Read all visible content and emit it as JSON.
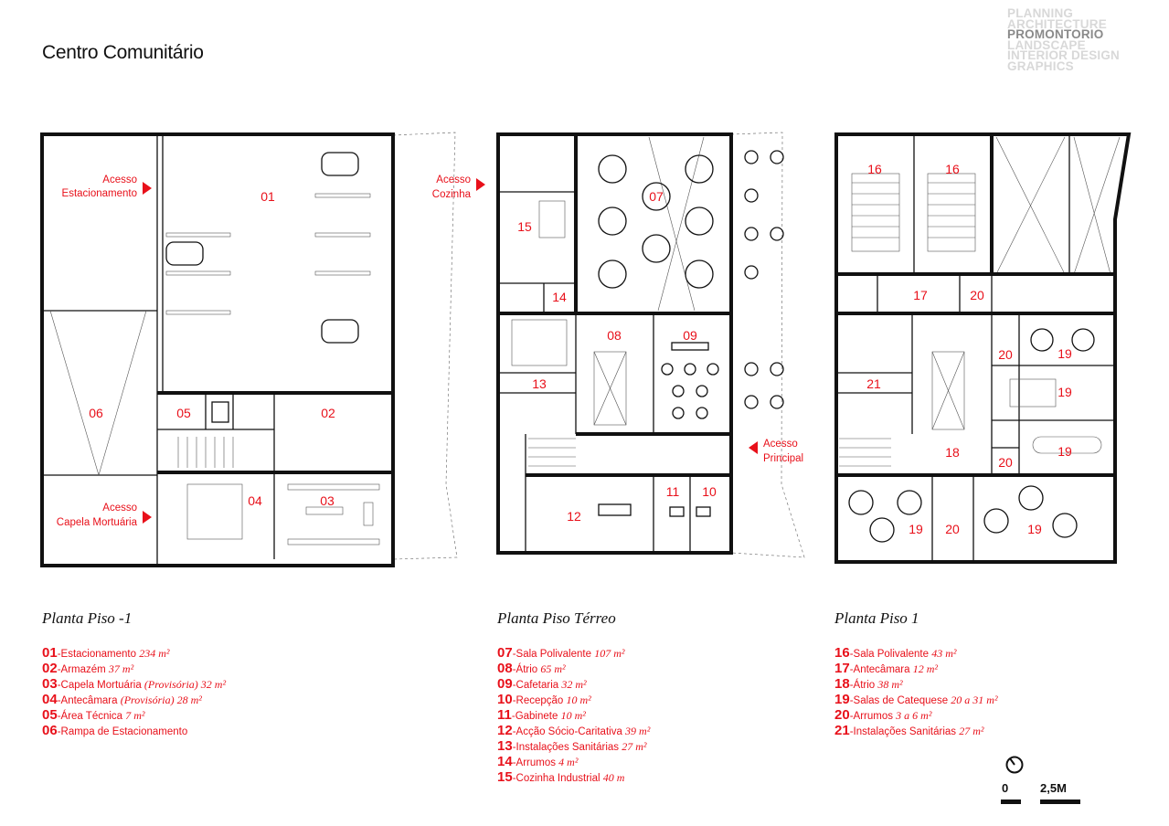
{
  "title": "Centro Comunitário",
  "brand": [
    "PLANNING",
    "ARCHITECTURE",
    "PROMONTORIO",
    "LANDSCAPE",
    "INTERIOR DESIGN",
    "GRAPHICS"
  ],
  "accent_color": "#e8101a",
  "plans": [
    {
      "caption": "Planta Piso -1",
      "access": [
        {
          "line1": "Acesso",
          "line2": "Estacionamento"
        },
        {
          "line1": "Acesso",
          "line2": "Capela Mortuária"
        }
      ],
      "room_labels": [
        "01",
        "02",
        "03",
        "04",
        "05",
        "06"
      ],
      "legend": [
        {
          "num": "01",
          "name": "-Estacionamento ",
          "area": "234 m²"
        },
        {
          "num": "02",
          "name": "-Armazém ",
          "area": "37 m²"
        },
        {
          "num": "03",
          "name": "-Capela Mortuária ",
          "area": "(Provisória) 32 m²"
        },
        {
          "num": "04",
          "name": "-Antecâmara ",
          "area": "(Provisória) 28 m²"
        },
        {
          "num": "05",
          "name": "-Área Técnica ",
          "area": "7 m²"
        },
        {
          "num": "06",
          "name": "-Rampa de Estacionamento",
          "area": ""
        }
      ]
    },
    {
      "caption": "Planta Piso Térreo",
      "access": [
        {
          "line1": "Acesso",
          "line2": "Cozinha"
        },
        {
          "line1": "Acesso",
          "line2": "Principal"
        }
      ],
      "room_labels": [
        "07",
        "08",
        "09",
        "10",
        "11",
        "12",
        "13",
        "14",
        "15"
      ],
      "legend": [
        {
          "num": "07",
          "name": "-Sala Polivalente ",
          "area": "107 m²"
        },
        {
          "num": "08",
          "name": "-Átrio ",
          "area": "65 m²"
        },
        {
          "num": "09",
          "name": "-Cafetaria ",
          "area": "32 m²"
        },
        {
          "num": "10",
          "name": "-Recepção ",
          "area": "10 m²"
        },
        {
          "num": "11",
          "name": "-Gabinete ",
          "area": "10 m²"
        },
        {
          "num": "12",
          "name": "-Acção Sócio-Caritativa ",
          "area": "39 m²"
        },
        {
          "num": "13",
          "name": "-Instalações Sanitárias ",
          "area": "27 m²"
        },
        {
          "num": "14",
          "name": "-Arrumos ",
          "area": "4 m²"
        },
        {
          "num": "15",
          "name": "-Cozinha Industrial ",
          "area": "40 m"
        }
      ]
    },
    {
      "caption": "Planta Piso 1",
      "room_labels": [
        "16",
        "17",
        "18",
        "19",
        "20",
        "21"
      ],
      "legend": [
        {
          "num": "16",
          "name": "-Sala Polivalente ",
          "area": "43 m²"
        },
        {
          "num": "17",
          "name": "-Antecâmara ",
          "area": "12 m²"
        },
        {
          "num": "18",
          "name": "-Átrio ",
          "area": "38 m²"
        },
        {
          "num": "19",
          "name": "-Salas de Catequese ",
          "area": "20 a 31 m²"
        },
        {
          "num": "20",
          "name": "-Arrumos ",
          "area": "3 a 6 m²"
        },
        {
          "num": "21",
          "name": "-Instalações Sanitárias ",
          "area": "27 m²"
        }
      ]
    }
  ],
  "scale": {
    "start": "0",
    "end": "2,5M"
  }
}
